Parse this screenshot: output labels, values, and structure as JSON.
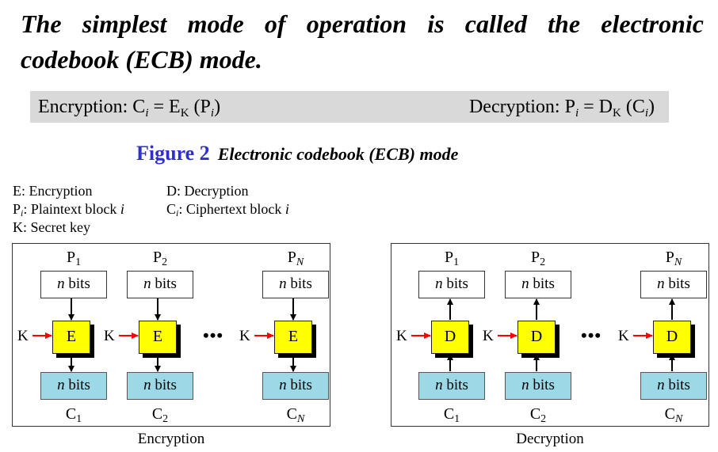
{
  "title": {
    "line1": "The simplest mode of operation is called the electronic",
    "line2": "codebook (ECB) mode."
  },
  "formulas": {
    "encryption": {
      "prefix": "Encryption: C",
      "sub_i": "i",
      "eq": " = E",
      "sub_k": "K",
      "open": " (P",
      "sub_i2": "i",
      "close": ")"
    },
    "decryption": {
      "prefix": "Decryption: P",
      "sub_i": "i",
      "eq": " = D",
      "sub_k": "K",
      "open": " (C",
      "sub_i2": "i",
      "close": ")"
    }
  },
  "figure": {
    "number": "Figure 2",
    "caption": "Electronic codebook (ECB) mode"
  },
  "legend": {
    "e": "E:  Encryption",
    "d": "D:  Decryption",
    "p_base": "P",
    "p_sub": "i",
    "p_text": ": Plaintext block ",
    "p_var": "i",
    "c_base": "C",
    "c_sub": "i",
    "c_text": ": Ciphertext block ",
    "c_var": "i",
    "k": "K: Secret key"
  },
  "panels": {
    "encryption": {
      "caption": "Encryption",
      "op_label": "E",
      "key_label": "K",
      "ellipsis": "•••",
      "columns": [
        {
          "p_base": "P",
          "p_sub": "1",
          "c_base": "C",
          "c_sub": "1"
        },
        {
          "p_base": "P",
          "p_sub": "2",
          "c_base": "C",
          "c_sub": "2"
        },
        {
          "p_base": "P",
          "p_sub": "N",
          "c_base": "C",
          "c_sub": "N"
        }
      ]
    },
    "decryption": {
      "caption": "Decryption",
      "op_label": "D",
      "key_label": "K",
      "ellipsis": "•••",
      "columns": [
        {
          "p_base": "P",
          "p_sub": "1",
          "c_base": "C",
          "c_sub": "1"
        },
        {
          "p_base": "P",
          "p_sub": "2",
          "c_base": "C",
          "c_sub": "2"
        },
        {
          "p_base": "P",
          "p_sub": "N",
          "c_base": "C",
          "c_sub": "N"
        }
      ]
    },
    "block_var": "n",
    "block_text": " bits"
  },
  "colors": {
    "figure_number": "#2f2fcf",
    "operation_fill": "#ffff00",
    "ciphertext_fill": "#9bd9e7",
    "key_arrow": "#ff0000",
    "formula_bar": "#d9d9d9"
  }
}
